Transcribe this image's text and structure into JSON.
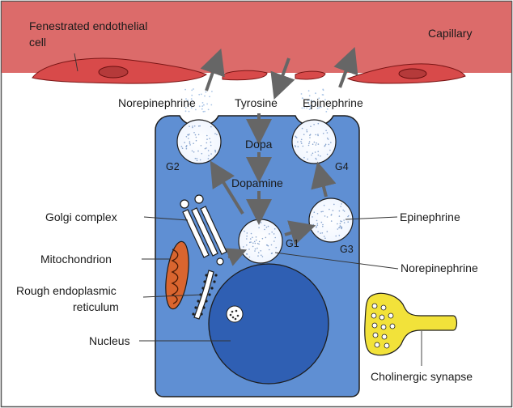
{
  "labels": {
    "fenestrated_line1": "Fenestrated endothelial",
    "fenestrated_line2": "cell",
    "capillary": "Capillary",
    "norepinephrine_top": "Norepinephrine",
    "tyrosine": "Tyrosine",
    "epinephrine_top": "Epinephrine",
    "dopa": "Dopa",
    "dopamine": "Dopamine",
    "g1": "G1",
    "g2": "G2",
    "g3": "G3",
    "g4": "G4",
    "golgi": "Golgi complex",
    "mitochondrion": "Mitochondrion",
    "rer_line1": "Rough endoplasmic",
    "rer_line2": "reticulum",
    "nucleus": "Nucleus",
    "epinephrine_right": "Epinephrine",
    "norepinephrine_right": "Norepinephrine",
    "cholinergic": "Cholinergic synapse"
  },
  "colors": {
    "capillary": "#dc6b6a",
    "endothelial": "#d84a4a",
    "cell": "#5f8fd3",
    "cell_stroke": "#1d1d1d",
    "nucleus": "#2f5fb3",
    "mitochondrion": "#d9652f",
    "synapse": "#f2e23a",
    "arrow": "#666666",
    "granule": "#ffffff"
  }
}
